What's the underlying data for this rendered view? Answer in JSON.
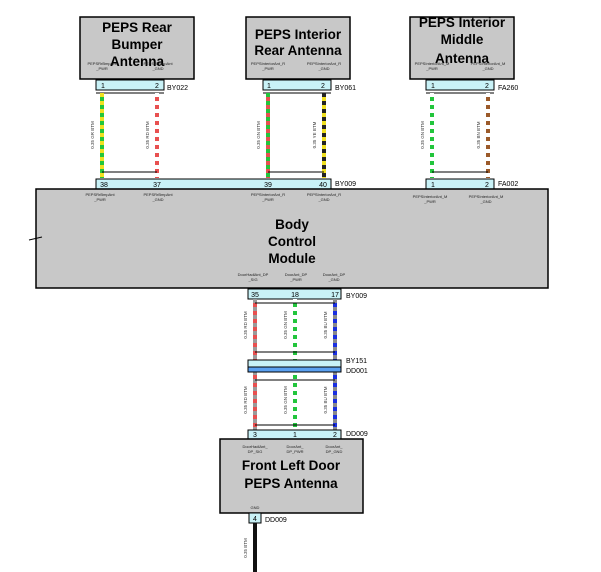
{
  "colors": {
    "module_fill": "#c8c8c8",
    "connector_fill": "#c9f2f7",
    "wire_green": "#22c53c",
    "wire_yellow": "#f0e020",
    "wire_red": "#e85050",
    "wire_pink": "#f07878",
    "wire_brown": "#9b5a2a",
    "wire_blue": "#1a2fe0",
    "wire_black": "#111111",
    "splice_blue": "#5aa0f0"
  },
  "modules": {
    "rear_bumper": {
      "title_lines": [
        "PEPS Rear",
        "Bumper",
        "Antenna"
      ]
    },
    "interior_rear": {
      "title_lines": [
        "PEPS Interior",
        "Rear Antenna"
      ]
    },
    "interior_middle": {
      "title_lines": [
        "PEPS Interior",
        "Middle",
        "Antenna"
      ]
    },
    "bcm": {
      "title_lines": [
        "Body",
        "Control",
        "Module"
      ]
    },
    "front_left_door": {
      "title_lines": [
        "Front Left Door",
        "PEPS Antenna"
      ]
    }
  },
  "connectors": {
    "BY022": "BY022",
    "BY061": "BY061",
    "FA260": "FA260",
    "BY009_top": "BY009",
    "FA002": "FA002",
    "BY009_bottom": "BY009",
    "BY151": "BY151",
    "DD001": "DD001",
    "DD009_top": "DD009",
    "DD009_bottom": "DD009"
  },
  "pins": {
    "rb_top_1": "1",
    "rb_top_2": "2",
    "ir_top_1": "1",
    "ir_top_2": "2",
    "im_top_1": "1",
    "im_top_2": "2",
    "bcm_38": "38",
    "bcm_37": "37",
    "bcm_39": "39",
    "bcm_40": "40",
    "fa002_1": "1",
    "fa002_2": "2",
    "bcm_35": "35",
    "bcm_18": "18",
    "bcm_17": "17",
    "dd_3": "3",
    "dd_1": "1",
    "dd_2": "2",
    "gnd_4": "4"
  },
  "pin_labels": {
    "rb_pwr_top": [
      "PEPSRrBmpAnt",
      "_PWR"
    ],
    "rb_gnd_top": [
      "PEPSRrBmpAnt",
      "_GND"
    ],
    "ir_pwr_top": [
      "PEPSInteriorAnt_R",
      "_PWR"
    ],
    "ir_gnd_top": [
      "PEPSInteriorAnt_R",
      "_GND"
    ],
    "im_pwr_top": [
      "PEPSInteriorAnt_M",
      "_PWR"
    ],
    "im_gnd_top": [
      "PEPSInteriorAnt_M",
      "_GND"
    ],
    "bcm_rb_pwr": [
      "PEPSRrBmpAnt",
      "_PWR"
    ],
    "bcm_rb_gnd": [
      "PEPSRrBmpAnt",
      "_GND"
    ],
    "bcm_ir_pwr": [
      "PEPSInteriorAnt_R",
      "_PWR"
    ],
    "bcm_ir_gnd": [
      "PEPSInteriorAnt_R",
      "_GND"
    ],
    "bcm_im_pwr": [
      "PEPSInteriorAnt_M",
      "_PWR"
    ],
    "bcm_im_gnd": [
      "PEPSInteriorAnt_M",
      "_GND"
    ],
    "bcm_door_sig": [
      "DoorHadlAnt_DP",
      "_SIG"
    ],
    "bcm_door_pwr": [
      "DoorAnt_DP",
      "_PWR"
    ],
    "bcm_door_gnd": [
      "DoorAnt_DP",
      "_GND"
    ],
    "door_sig": [
      "DoorHadlAnt_",
      "DP_SIG"
    ],
    "door_pwr": [
      "DoorAnt_",
      "DP_PWR"
    ],
    "door_gnd": [
      "DoorAnt_",
      "DP_GND"
    ],
    "gnd": [
      "GND"
    ]
  },
  "wire_specs": {
    "rb_pwr": "0.35 GR BTM",
    "rb_gnd": "0.35 RD BTM",
    "ir_pwr": "0.35 GN BTM",
    "ir_gnd": "0.35 YE BTM",
    "im_pwr": "0.35 GN BTM",
    "im_gnd": "0.35 BN BTM",
    "door_sig_upper": "0.35 RD BTM",
    "door_pwr_upper": "0.35 GN BTM",
    "door_gnd_upper": "0.35 BU BTM",
    "door_sig_lower": "0.35 RD BTM",
    "door_pwr_lower": "0.35 GN BTM",
    "door_gnd_lower": "0.35 BU BTM",
    "gnd": "0.35 BTM"
  }
}
